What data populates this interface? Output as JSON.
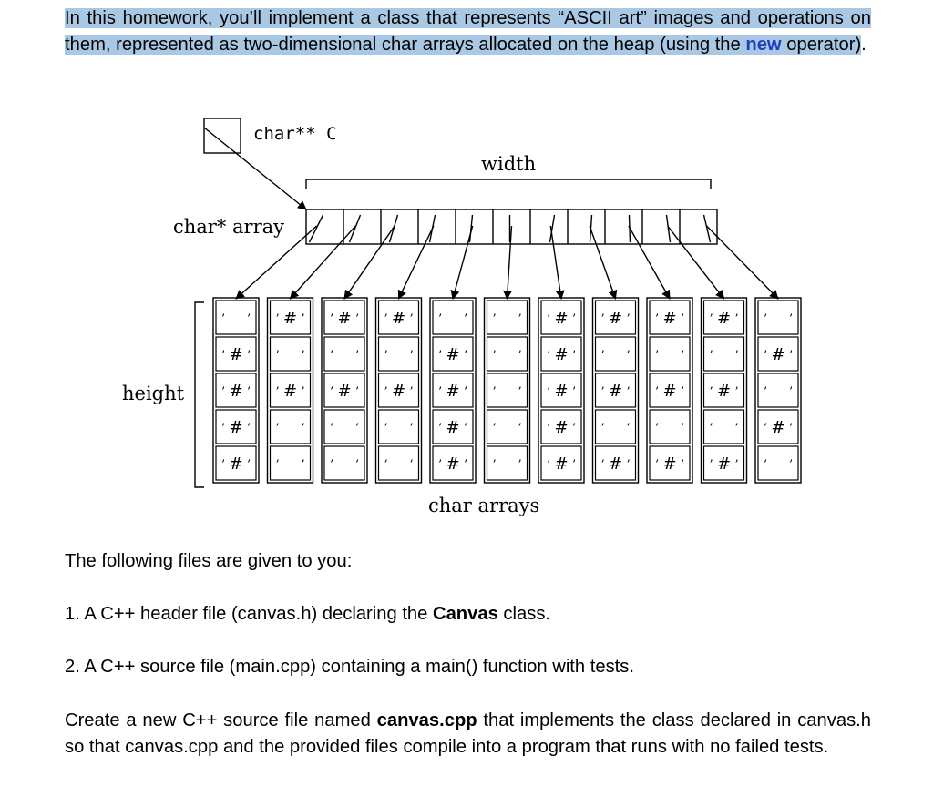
{
  "intro": {
    "t1": "In this homework, you’ll implement a class that represents “ASCII art” images and operations on them, represented as two-dimensional char arrays allocated on the heap (using the ",
    "keyword": "new",
    "t2": " operator)",
    "t3": "."
  },
  "diagram": {
    "pointer_label": "char** C",
    "array_label": "char* array",
    "width_label": "width",
    "height_label": "height",
    "char_arrays_label": "char arrays",
    "columns": [
      [
        " ",
        "#",
        "#",
        "#",
        "#"
      ],
      [
        "#",
        " ",
        "#",
        " ",
        " "
      ],
      [
        "#",
        " ",
        "#",
        " ",
        " "
      ],
      [
        "#",
        " ",
        "#",
        " ",
        " "
      ],
      [
        " ",
        "#",
        "#",
        "#",
        "#"
      ],
      [
        " ",
        " ",
        " ",
        " ",
        " "
      ],
      [
        "#",
        "#",
        "#",
        "#",
        "#"
      ],
      [
        "#",
        " ",
        "#",
        " ",
        "#"
      ],
      [
        "#",
        " ",
        "#",
        " ",
        "#"
      ],
      [
        "#",
        " ",
        "#",
        " ",
        "#"
      ],
      [
        " ",
        "#",
        " ",
        "#",
        " "
      ]
    ]
  },
  "given_intro": "The following files are given to you:",
  "item1": {
    "prefix": "1. A C++ header file (canvas.h) declaring the ",
    "bold": "Canvas",
    "suffix": " class."
  },
  "item2": {
    "text": "2. A C++ source file (main.cpp) containing a main() function with tests."
  },
  "task": {
    "prefix": "Create a new C++ source file named ",
    "bold": "canvas.cpp",
    "suffix": " that implements the class declared in canvas.h so that canvas.cpp and the provided files compile into a program that runs with no failed tests."
  }
}
